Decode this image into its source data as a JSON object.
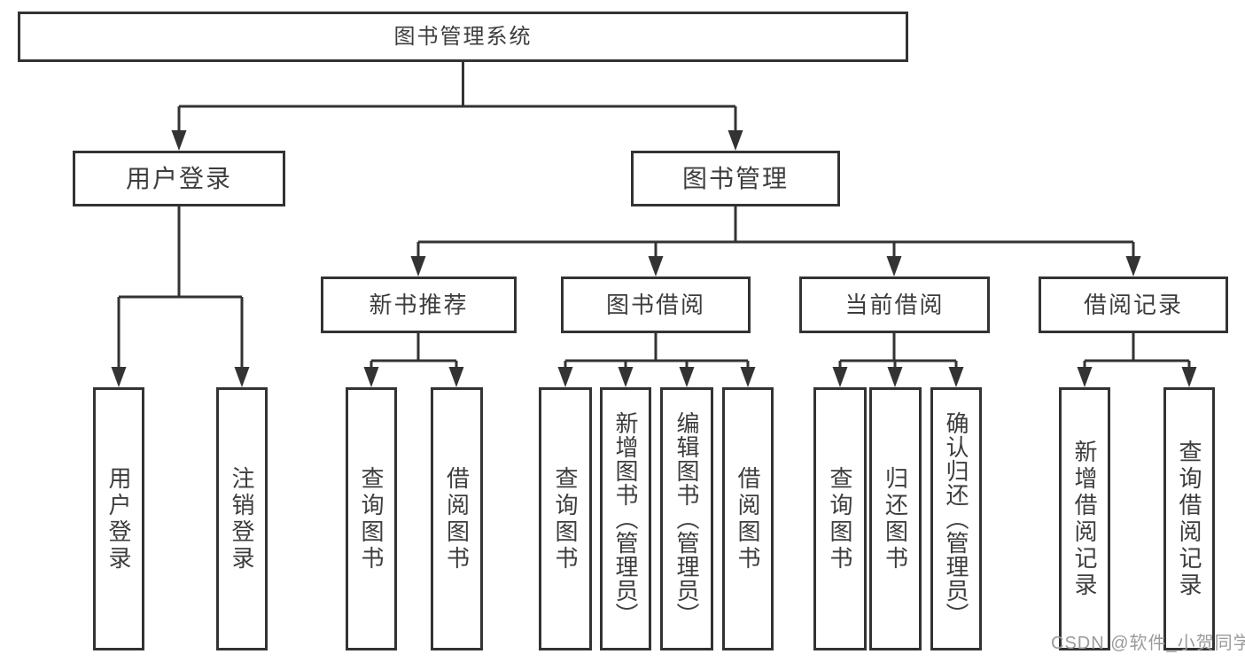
{
  "tree": {
    "root": "图书管理系统",
    "branches": [
      {
        "label": "用户登录",
        "leaves": [
          "用户登录",
          "注销登录"
        ]
      },
      {
        "label": "图书管理",
        "groups": [
          {
            "label": "新书推荐",
            "leaves": [
              "查询图书",
              "借阅图书"
            ]
          },
          {
            "label": "图书借阅",
            "leaves": [
              "查询图书",
              "新增图书（管理员）",
              "编辑图书（管理员）",
              "借阅图书"
            ]
          },
          {
            "label": "当前借阅",
            "leaves": [
              "查询图书",
              "归还图书",
              "确认归还（管理员）"
            ]
          },
          {
            "label": "借阅记录",
            "leaves": [
              "新增借阅记录",
              "查询借阅记录"
            ]
          }
        ]
      }
    ]
  },
  "watermark": "CSDN @软件_小贺同学",
  "colors": {
    "line": "#333333",
    "text": "#3d3d3d",
    "background": "#ffffff",
    "watermark": "#9b9b9b"
  }
}
